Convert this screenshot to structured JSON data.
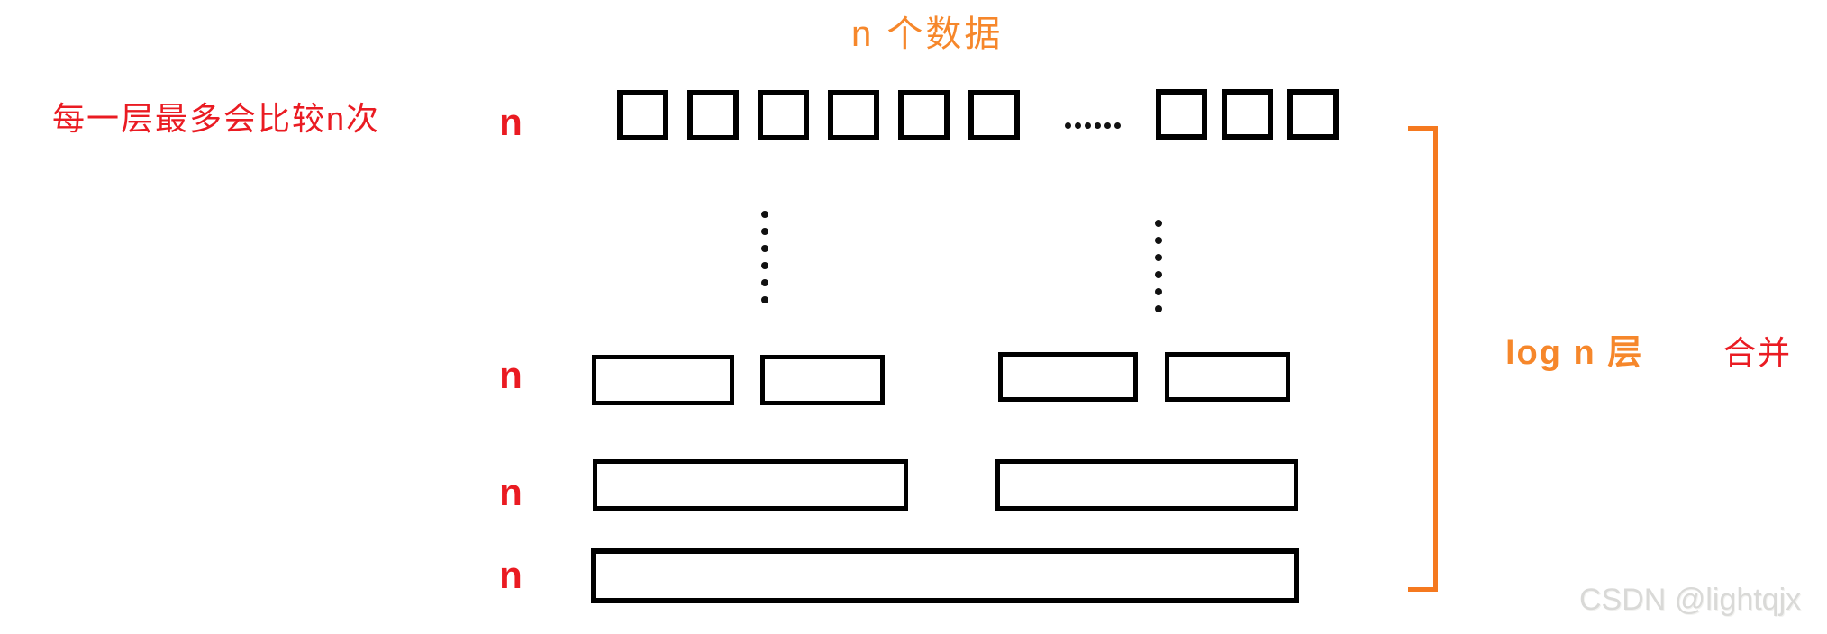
{
  "labels": {
    "title": "n 个数据",
    "left_caption": "每一层最多会比较n次",
    "bracket_label": "log n 层",
    "merge_label": "合并"
  },
  "watermark": "CSDN @lightqjx",
  "colors": {
    "text_orange": "#F6872B",
    "bracket_orange": "#F5791F",
    "red": "#EA1B22",
    "box_border_black": "#000000",
    "watermark_gray": "#D9D9D7"
  },
  "diagram": {
    "type": "merge-sort-levels",
    "levels": [
      {
        "label": "n",
        "description": "top row: n individual elements (6 squares, ellipsis, 3 squares)"
      },
      {
        "label": "n",
        "description": "partially merged runs: 4 boxes in 2 pairs"
      },
      {
        "label": "n",
        "description": "larger merged runs: 2 wide boxes"
      },
      {
        "label": "n",
        "description": "fully merged array: 1 full-width box"
      }
    ],
    "top_row": {
      "left_square_count": 6,
      "right_square_count": 3
    },
    "horizontal_dot_count": 6,
    "vertical_dot_count": 6,
    "bracket_meaning": "log n 层"
  }
}
